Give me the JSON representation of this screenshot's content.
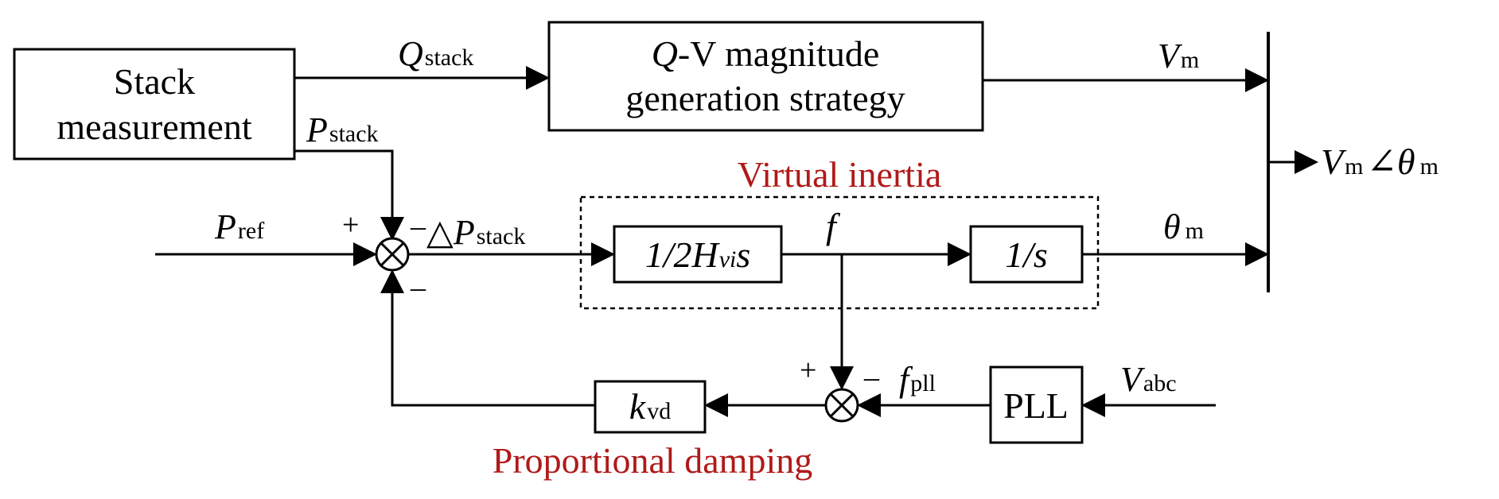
{
  "blocks": {
    "stack_measurement": {
      "line1": "Stack",
      "line2": "measurement"
    },
    "qv_strategy": {
      "q": "Q",
      "line1_rest": "-V magnitude",
      "line2": "generation strategy"
    },
    "integrator_inertia": {
      "text": "1/2H",
      "sub": "vi",
      "s": "s"
    },
    "integrator": {
      "text": "1/s"
    },
    "pll": {
      "text": "PLL"
    },
    "damping_gain": {
      "k": "k",
      "sub": "vd"
    }
  },
  "signals": {
    "q_stack": {
      "main": "Q",
      "sub": "stack"
    },
    "p_stack": {
      "main": "P",
      "sub": "stack"
    },
    "p_ref": {
      "main": "P",
      "sub": "ref"
    },
    "delta_p_stack": {
      "delta": "△",
      "main": "P",
      "sub": "stack"
    },
    "f": {
      "main": "f"
    },
    "theta_m": {
      "main": "θ",
      "sub": "m"
    },
    "v_m": {
      "main": "V",
      "sub": "m"
    },
    "output": {
      "v": "V",
      "vsub": "m",
      "angle": "∠",
      "theta": "θ",
      "thsub": "m"
    },
    "f_pll": {
      "main": "f",
      "sub": "pll"
    },
    "v_abc": {
      "main": "V",
      "sub": "abc"
    }
  },
  "signs": {
    "sum1_plus": "+",
    "sum1_minus_top": "–",
    "sum1_minus_bottom": "–",
    "sum2_plus": "+",
    "sum2_minus": "–"
  },
  "annotations": {
    "virtual_inertia": "Virtual inertia",
    "proportional_damping": "Proportional damping"
  },
  "colors": {
    "line": "#000000",
    "annotation": "#b01919"
  }
}
